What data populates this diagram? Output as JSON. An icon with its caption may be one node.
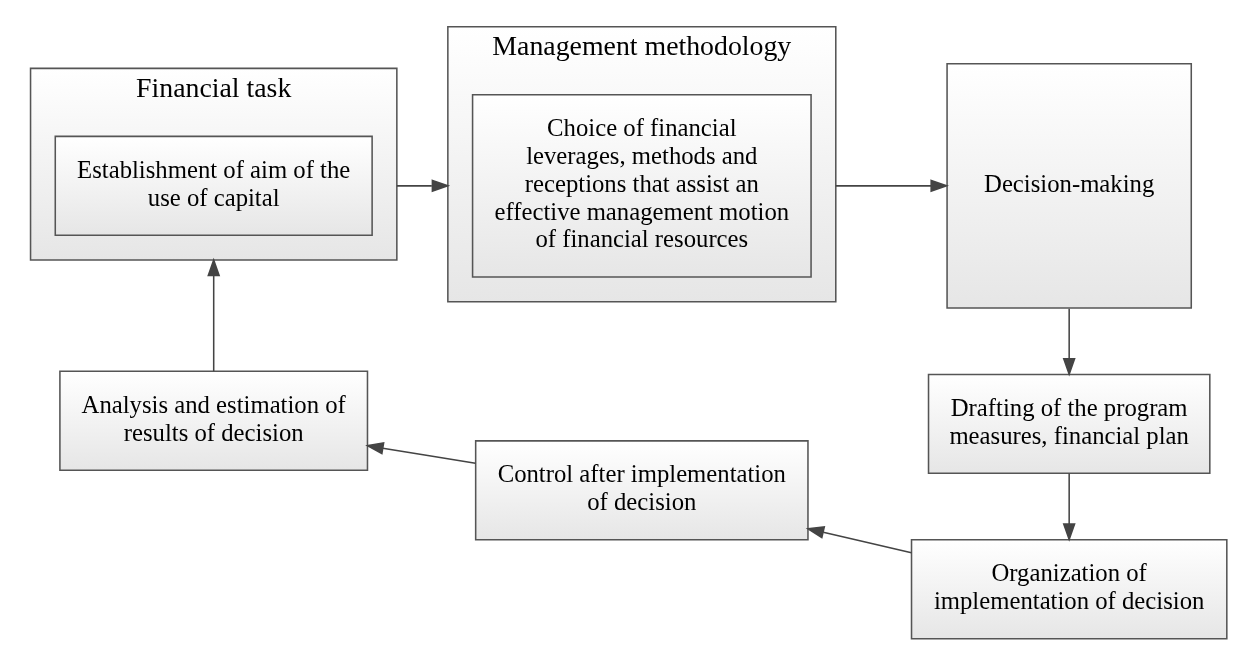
{
  "diagram": {
    "nodes": [
      {
        "text": [
          "Financial task"
        ]
      },
      {
        "text": [
          "Establishment of aim of the use of capital"
        ],
        "in": 0
      },
      {
        "text": [
          "Management methodology"
        ]
      },
      {
        "text": [
          "Choice of financial leverages, methods and receptions that assist an effective management motion of financial resources"
        ],
        "in": 2
      },
      {
        "text": [
          "Decision-making"
        ]
      },
      {
        "text": [
          "Drafting of the program measures, financial plan"
        ]
      },
      {
        "text": [
          "Organization of implementation of decision"
        ]
      },
      {
        "text": [
          "Control after implementation of decision"
        ]
      },
      {
        "text": [
          "Analysis and estimation of results of decision"
        ]
      }
    ],
    "edges": [
      {
        "from": 0,
        "to": 2,
        "arrow": "to"
      },
      {
        "from": 2,
        "to": 4,
        "arrow": "to"
      },
      {
        "from": 4,
        "to": 5,
        "arrow": "to"
      },
      {
        "from": 5,
        "to": 6,
        "arrow": "to"
      },
      {
        "from": 6,
        "to": 7,
        "arrow": "to"
      },
      {
        "from": 7,
        "to": 8,
        "arrow": "to"
      },
      {
        "from": 8,
        "to": 0,
        "arrow": "to"
      }
    ]
  }
}
